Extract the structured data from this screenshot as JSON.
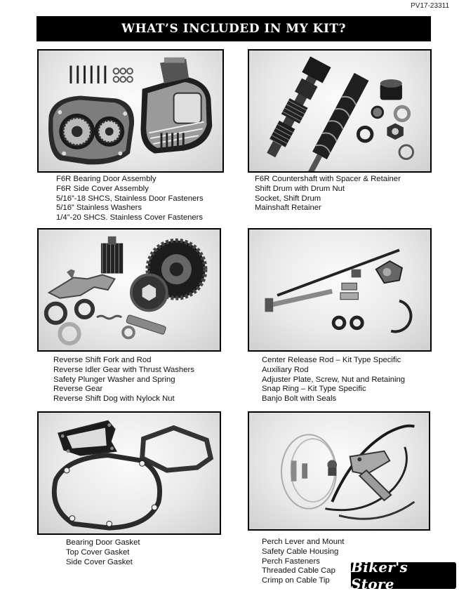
{
  "doc_code": "PV17-23311",
  "banner_title": "WHAT’S INCLUDED IN MY KIT?",
  "panels": [
    {
      "items": [
        "F6R Bearing Door Assembly",
        "F6R Side Cover Assembly",
        "5/16”-18 SHCS, Stainless Door Fasteners",
        "5/16” Stainless Washers",
        "1/4”-20 SHCS. Stainless Cover Fasteners"
      ]
    },
    {
      "items": [
        "F6R Countershaft with Spacer & Retainer",
        "Shift Drum with Drum Nut",
        "Socket, Shift Drum",
        "Mainshaft Retainer"
      ]
    },
    {
      "items": [
        "Reverse Shift Fork and Rod",
        "Reverse Idler Gear with Thrust Washers",
        "Safety Plunger Washer and Spring",
        "Reverse Gear",
        "Reverse Shift Dog with Nylock Nut"
      ]
    },
    {
      "items": [
        "Center Release Rod – Kit Type Specific",
        "Auxiliary Rod",
        "Adjuster Plate, Screw, Nut and Retaining",
        "Snap Ring – Kit Type Specific",
        "Banjo Bolt with Seals"
      ]
    },
    {
      "items": [
        "Bearing Door Gasket",
        "Top Cover Gasket",
        "Side Cover Gasket"
      ]
    },
    {
      "items": [
        "Perch Lever and Mount",
        "Safety Cable Housing",
        "Perch Fasteners",
        "Threaded Cable Cap",
        "Crimp on Cable Tip"
      ]
    }
  ],
  "logo_text": "Biker's Store"
}
